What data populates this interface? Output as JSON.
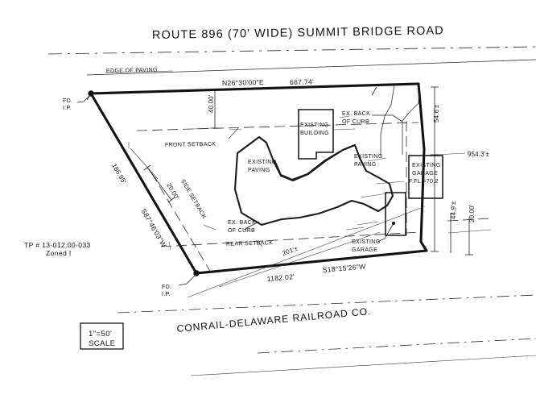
{
  "drawing": {
    "type": "land-survey-site-plan",
    "scale_box": {
      "line1": "1\"=50'",
      "line2": "SCALE"
    },
    "title": "ROUTE 896 (70' WIDE) SUMMIT BRIDGE ROAD",
    "railroad": "CONRAIL-DELAWARE RAILROAD CO.",
    "parcel": {
      "tax_parcel": "TP # 13-012.00-033",
      "zoning": "Zoned I"
    }
  },
  "boundary": {
    "north": {
      "bearing": "N26°30'00\"E",
      "distance": "667.74'"
    },
    "west": {
      "distance": "186.95'",
      "bearing": "S87°46'03\"W"
    },
    "south": {
      "distance": "1182.02'",
      "bearing": "S18°15'26\"W"
    },
    "east": {
      "distance": "954.3'±"
    }
  },
  "dimensions": {
    "front_setback_offset": "40.00'",
    "side_setback_offset": "20.00'",
    "rear_setback_offset": "20.00'",
    "garage_north": "54.6'±",
    "garage_south": "44.9'±",
    "rear_offset": "201'±"
  },
  "setback_labels": {
    "front": "FRONT SETBACK",
    "side": "SIDE SETBACK",
    "rear": "REAR SETBACK"
  },
  "monuments": {
    "north_corner": {
      "line1": "FD.",
      "line2": "I.P."
    },
    "south_corner": {
      "line1": "FD.",
      "line2": "I.P."
    }
  },
  "features": {
    "edge_of_paving": "EDGE OF PAVING",
    "existing_building": {
      "line1": "EXISTING",
      "line2": "BUILDING"
    },
    "existing_paving_west": {
      "line1": "EXISTING",
      "line2": "PAVING"
    },
    "existing_paving_east": {
      "line1": "EXISTING",
      "line2": "PAVING"
    },
    "back_of_curb_north": {
      "line1": "EX.  BACK",
      "line2": "OF  CURB"
    },
    "back_of_curb_west": {
      "line1": "EX.  BACK",
      "line2": "OF  CURB"
    },
    "existing_garage_east": {
      "line1": "EXISTING",
      "line2": "GARAGE",
      "line3": "F.FL.=70.2"
    },
    "existing_garage_south": {
      "line1": "EXISTING",
      "line2": "GARAGE"
    }
  },
  "colors": {
    "ink": "#15161a",
    "paper": "#ffffff",
    "boundary": "#111216"
  }
}
